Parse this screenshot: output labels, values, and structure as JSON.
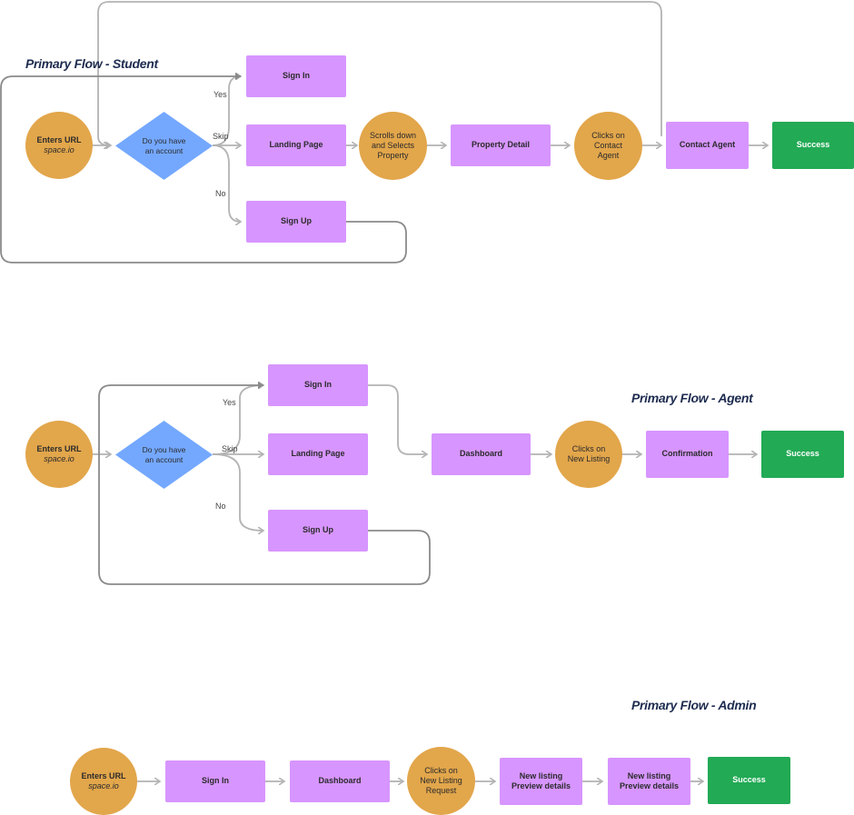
{
  "titles": {
    "student": "Primary Flow - Student",
    "agent": "Primary Flow - Agent",
    "admin": "Primary Flow - Admin"
  },
  "student": {
    "enters_url": {
      "l1": "Enters URL",
      "l2": "space.io"
    },
    "decision": {
      "l1": "Do you have",
      "l2": "an account"
    },
    "yes": "Yes",
    "skip": "Skip",
    "no": "No",
    "sign_in": "Sign In",
    "landing": "Landing Page",
    "sign_up": "Sign Up",
    "scrolls": {
      "l1": "Scrolls down",
      "l2": "and Selects",
      "l3": "Property"
    },
    "property_detail": "Property Detail",
    "clicks_contact": {
      "l1": "Clicks on",
      "l2": "Contact",
      "l3": "Agent"
    },
    "contact_agent": "Contact Agent",
    "success": "Success"
  },
  "agent": {
    "enters_url": {
      "l1": "Enters URL",
      "l2": "space.io"
    },
    "decision": {
      "l1": "Do you have",
      "l2": "an account"
    },
    "yes": "Yes",
    "skip": "Skip",
    "no": "No",
    "sign_in": "Sign In",
    "landing": "Landing Page",
    "sign_up": "Sign Up",
    "dashboard": "Dashboard",
    "clicks_listing": {
      "l1": "Clicks on",
      "l2": "New Listing"
    },
    "confirmation": "Confirmation",
    "success": "Success"
  },
  "admin": {
    "enters_url": {
      "l1": "Enters URL",
      "l2": "space.io"
    },
    "sign_in": "Sign In",
    "dashboard": "Dashboard",
    "clicks_request": {
      "l1": "Clicks on",
      "l2": "New Listing",
      "l3": "Request"
    },
    "preview1": {
      "l1": "New listing",
      "l2": "Preview details"
    },
    "preview2": {
      "l1": "New listing",
      "l2": "Preview details"
    },
    "success": "Success"
  },
  "colors": {
    "circle": "#e2a64b",
    "rect": "#d795ff",
    "diamond": "#74a8ff",
    "success": "#22aa55",
    "connector": "#b3b3b3",
    "loop": "#8a8a8a",
    "title": "#1d2b4f"
  }
}
